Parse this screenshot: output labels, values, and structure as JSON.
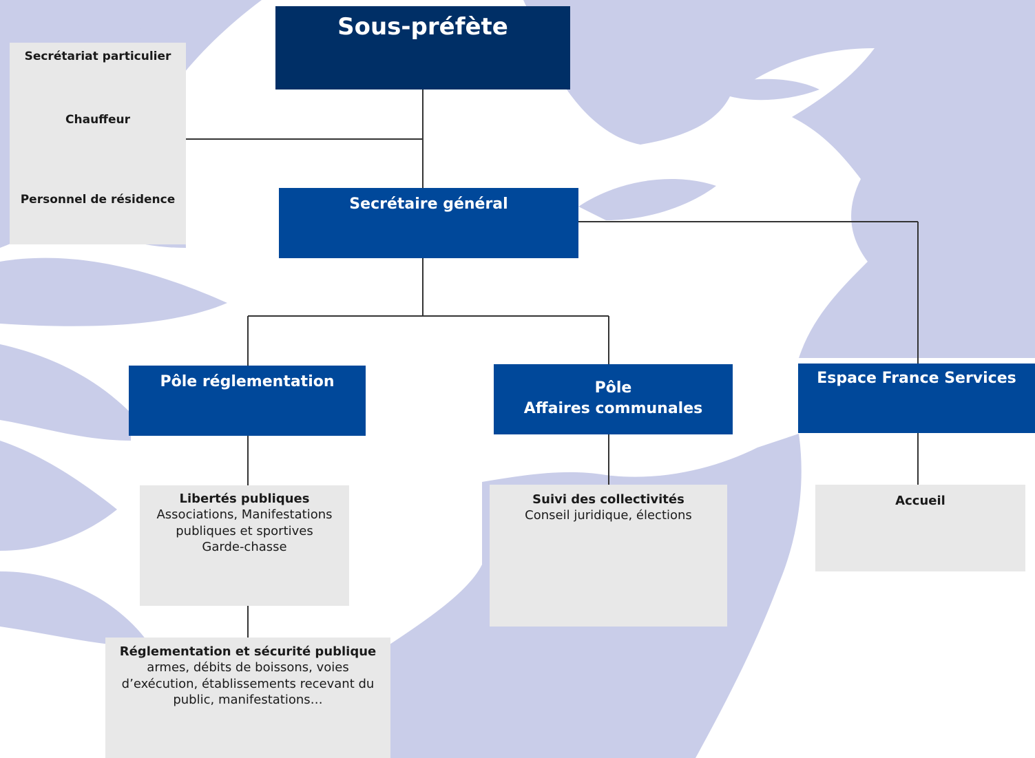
{
  "org_chart": {
    "top": {
      "title": "Sous-préfète"
    },
    "cabinet": {
      "items": [
        "Secrétariat particulier",
        "Chauffeur",
        "Personnel de résidence"
      ]
    },
    "secretary": {
      "title": "Secrétaire général"
    },
    "pole_reglementation": {
      "title": "Pôle réglementation",
      "unit1": {
        "heading": "Libertés publiques",
        "lines": [
          "Associations, Manifestations",
          "publiques et sportives",
          "Garde-chasse"
        ]
      },
      "unit2": {
        "heading": "Réglementation et sécurité publique",
        "lines": [
          "armes, débits de boissons, voies",
          "d’exécution, établissements recevant du",
          "public, manifestations…"
        ]
      }
    },
    "pole_affaires": {
      "title_line1": "Pôle",
      "title_line2": "Affaires communales",
      "unit": {
        "heading": "Suivi des collectivités",
        "lines": [
          "Conseil juridique, élections"
        ]
      }
    },
    "espace_france": {
      "title": "Espace France Services",
      "unit": {
        "heading": "Accueil"
      }
    }
  },
  "colors": {
    "dark_navy": "#002f66",
    "royal_blue": "#00489a",
    "grey_box": "#e8e8e8",
    "background_motif": "#c9cde9",
    "connector": "#333333"
  }
}
